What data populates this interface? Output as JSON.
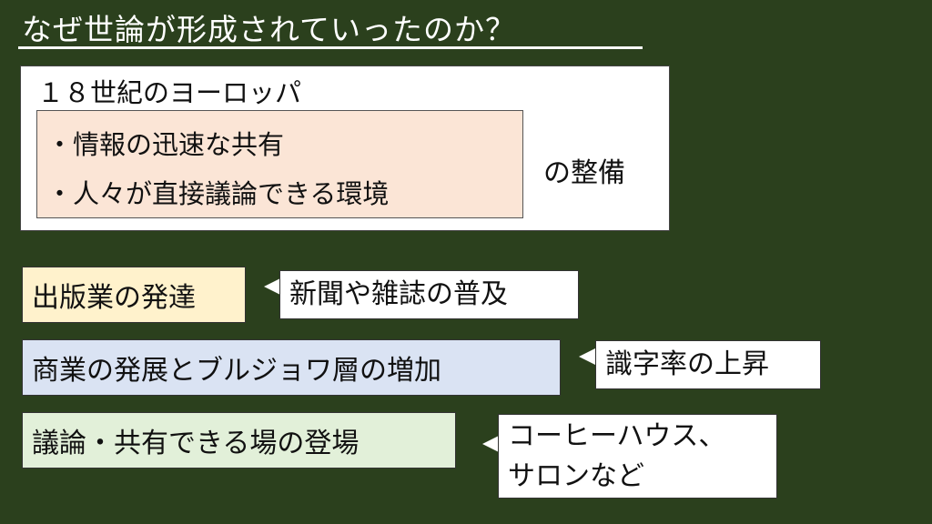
{
  "title": "なぜ世論が形成されていったのか？",
  "summary": {
    "heading": "１８世紀のヨーロッパ",
    "items": [
      "・情報の迅速な共有",
      "・人々が直接議論できる環境"
    ],
    "suffix": "の整備"
  },
  "factors": [
    {
      "cause": "出版業の発達",
      "result": "新聞や雑誌の普及",
      "color": "#fff2cc"
    },
    {
      "cause": "商業の発展とブルジョワ層の増加",
      "result": "識字率の上昇",
      "color": "#dae3f3"
    },
    {
      "cause": "議論・共有できる場の登場",
      "result_lines": [
        "コーヒーハウス、",
        "サロンなど"
      ],
      "color": "#e2f0d9"
    }
  ]
}
